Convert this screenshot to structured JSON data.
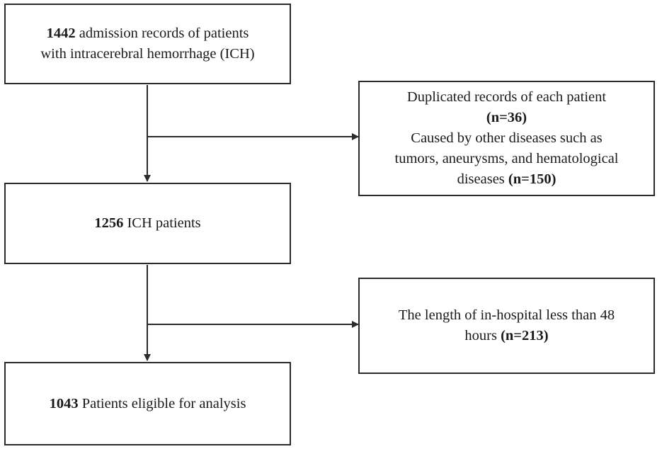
{
  "boxes": {
    "initial": {
      "count": "1442",
      "line1_rest": " admission records of patients",
      "line2": "with intracerebral hemorrhage (ICH)"
    },
    "exclusion1": {
      "line1": "Duplicated records of each patient",
      "count1": "(n=36)",
      "line3": "Caused by other diseases such as",
      "line4": "tumors, aneurysms, and hematological",
      "line5_pre": "diseases ",
      "count2": "(n=150)"
    },
    "middle": {
      "count": "1256",
      "label": " ICH patients"
    },
    "exclusion2": {
      "line1": "The length of in-hospital less than 48",
      "line2_pre": "hours ",
      "count": "(n=213)"
    },
    "final": {
      "count": "1043",
      "label": " Patients eligible for analysis"
    }
  },
  "colors": {
    "border": "#2b2b2b",
    "arrow": "#2b2b2b",
    "text": "#1a1a1a"
  }
}
